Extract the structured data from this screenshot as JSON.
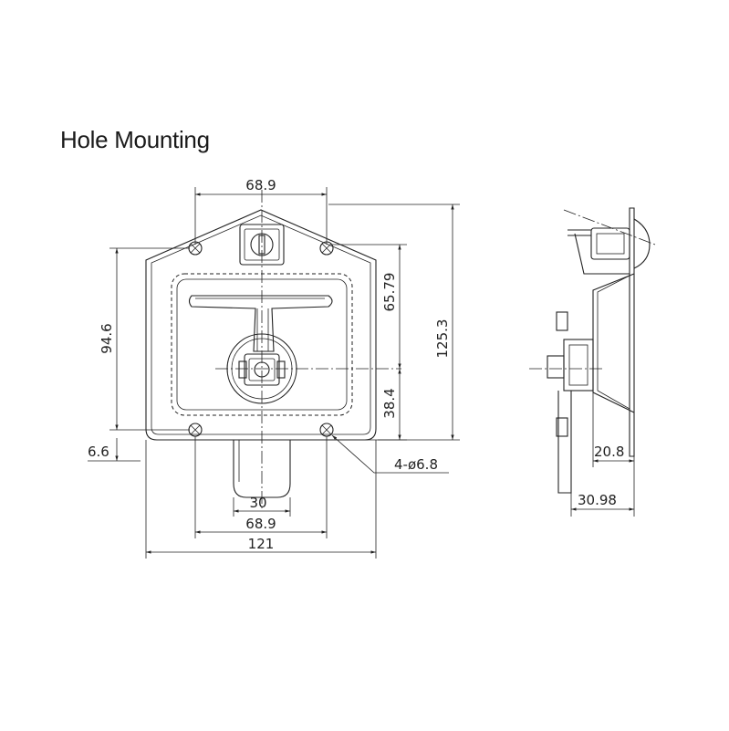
{
  "title": "Hole Mounting",
  "dimensions": {
    "top_width": "68.9",
    "left_height": "94.6",
    "upper_height": "65.79",
    "lower_height": "38.4",
    "total_height": "125.3",
    "left_offset": "6.6",
    "hole_callout": "4-ø6.8",
    "bottom_slot": "30",
    "bottom_holes": "68.9",
    "bottom_total": "121",
    "side_depth": "20.8",
    "side_total": "30.98"
  }
}
